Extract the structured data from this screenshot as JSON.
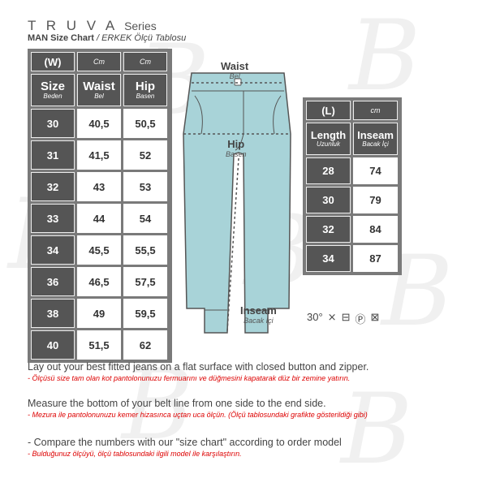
{
  "header": {
    "brand": "T R U V A",
    "brand_series": "Series",
    "subtitle_bold": "MAN Size Chart",
    "subtitle_italic": " / ERKEK Ölçü Tablosu"
  },
  "waist_table": {
    "top_row": [
      "(W)",
      "Cm",
      "Cm"
    ],
    "headers": [
      {
        "en": "Size",
        "tr": "Beden"
      },
      {
        "en": "Waist",
        "tr": "Bel"
      },
      {
        "en": "Hip",
        "tr": "Basen"
      }
    ],
    "rows": [
      [
        "30",
        "40,5",
        "50,5"
      ],
      [
        "31",
        "41,5",
        "52"
      ],
      [
        "32",
        "43",
        "53"
      ],
      [
        "33",
        "44",
        "54"
      ],
      [
        "34",
        "45,5",
        "55,5"
      ],
      [
        "36",
        "46,5",
        "57,5"
      ],
      [
        "38",
        "49",
        "59,5"
      ],
      [
        "40",
        "51,5",
        "62"
      ]
    ]
  },
  "length_table": {
    "top_row": [
      "(L)",
      "cm"
    ],
    "headers": [
      {
        "en": "Length",
        "tr": "Uzunluk"
      },
      {
        "en": "Inseam",
        "tr": "Bacak İçi"
      }
    ],
    "rows": [
      [
        "28",
        "74"
      ],
      [
        "30",
        "79"
      ],
      [
        "32",
        "84"
      ],
      [
        "34",
        "87"
      ]
    ]
  },
  "illustration": {
    "waist_en": "Waist",
    "waist_tr": "Bel",
    "hip_en": "Hip",
    "hip_tr": "Basen",
    "inseam_en": "Inseam",
    "inseam_tr": "Bacak İçi",
    "jeans_color": "#a8d3d8"
  },
  "care_symbols": [
    "30°",
    "⨯",
    "⊟",
    "Ⓟ",
    "⊠"
  ],
  "instructions": [
    {
      "en": "Lay out your best fitted jeans on a flat surface with closed button and zipper.",
      "tr": "- Ölçüsü size tam olan kot pantolonunuzu fermuarını ve düğmesini kapatarak düz bir zemine yatırın."
    },
    {
      "en": "Measure the bottom of your belt line from one side to the end side.",
      "tr": "- Mezura ile pantolonunuzu kemer hizasınca uçtan uca ölçün. (Ölçü tablosundaki grafikte gösterildiği gibi)"
    },
    {
      "en": "- Compare the numbers with our \"size chart\" according to order model",
      "tr": "- Bulduğunuz ölçüyü, ölçü tablosundaki ilgili model ile karşılaştırın."
    }
  ]
}
